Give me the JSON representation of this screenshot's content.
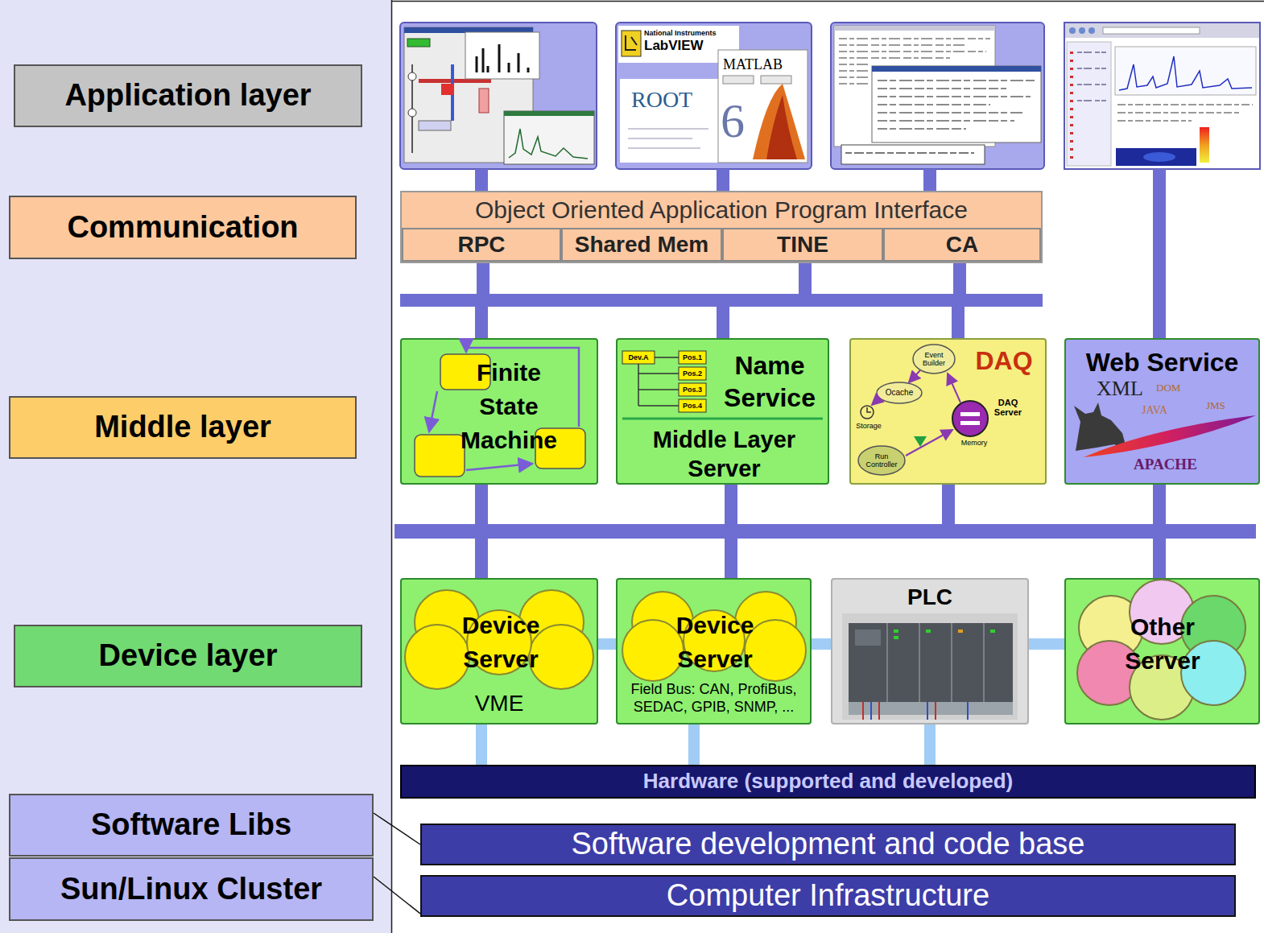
{
  "diagram": {
    "nodes": [
      {
        "text": [
          "Application layer"
        ]
      },
      {
        "text": [
          "Communication"
        ]
      },
      {
        "text": [
          "Middle layer"
        ]
      },
      {
        "text": [
          "Device layer"
        ]
      },
      {
        "text": [
          "Software Libs"
        ]
      },
      {
        "text": [
          "Sun/Linux Cluster"
        ]
      },
      {
        "text": [
          "Object Oriented Application Program Interface"
        ]
      },
      {
        "text": [
          "RPC"
        ],
        "in": 6
      },
      {
        "text": [
          "Shared Mem"
        ],
        "in": 6
      },
      {
        "text": [
          "TINE"
        ],
        "in": 6
      },
      {
        "text": [
          "CA"
        ],
        "in": 6
      },
      {
        "text": [
          "Finite State Machine"
        ]
      },
      {
        "text": [
          "Name Service",
          "Middle Layer Server"
        ]
      },
      {
        "text": [
          "DAQ"
        ]
      },
      {
        "text": [
          "Web Service"
        ]
      },
      {
        "text": [
          "Device Server",
          "VME"
        ]
      },
      {
        "text": [
          "Device Server",
          "Field Bus: CAN, ProfiBus, SEDAC, GPIB, SNMP, ..."
        ]
      },
      {
        "text": [
          "PLC"
        ]
      },
      {
        "text": [
          "Other Server"
        ]
      },
      {
        "text": [
          "Hardware (supported and developed)"
        ]
      },
      {
        "text": [
          "Software development and code base"
        ]
      },
      {
        "text": [
          "Computer Infrastructure"
        ]
      }
    ],
    "edges": [
      {
        "from": 4,
        "to": 20,
        "arrow": "none"
      },
      {
        "from": 5,
        "to": 21,
        "arrow": "none"
      },
      {
        "from": 7,
        "to": 11,
        "arrow": "none"
      },
      {
        "from": 7,
        "to": 12,
        "arrow": "none"
      },
      {
        "from": 7,
        "to": 13,
        "arrow": "none"
      },
      {
        "from": 9,
        "to": 11,
        "arrow": "none"
      },
      {
        "from": 9,
        "to": 12,
        "arrow": "none"
      },
      {
        "from": 9,
        "to": 13,
        "arrow": "none"
      },
      {
        "from": 10,
        "to": 11,
        "arrow": "none"
      },
      {
        "from": 10,
        "to": 12,
        "arrow": "none"
      },
      {
        "from": 10,
        "to": 13,
        "arrow": "none"
      },
      {
        "from": 11,
        "to": 15,
        "arrow": "none"
      },
      {
        "from": 11,
        "to": 16,
        "arrow": "none"
      },
      {
        "from": 11,
        "to": 18,
        "arrow": "none"
      },
      {
        "from": 12,
        "to": 15,
        "arrow": "none"
      },
      {
        "from": 12,
        "to": 16,
        "arrow": "none"
      },
      {
        "from": 12,
        "to": 18,
        "arrow": "none"
      },
      {
        "from": 13,
        "to": 15,
        "arrow": "none"
      },
      {
        "from": 13,
        "to": 16,
        "arrow": "none"
      },
      {
        "from": 13,
        "to": 18,
        "arrow": "none"
      },
      {
        "from": 14,
        "to": 15,
        "arrow": "none"
      },
      {
        "from": 14,
        "to": 16,
        "arrow": "none"
      },
      {
        "from": 14,
        "to": 18,
        "arrow": "none"
      },
      {
        "from": 16,
        "to": 17,
        "arrow": "none"
      },
      {
        "from": 15,
        "to": 19,
        "arrow": "none"
      },
      {
        "from": 16,
        "to": 19,
        "arrow": "none"
      },
      {
        "from": 17,
        "to": 19,
        "arrow": "none"
      },
      {
        "from": 18,
        "to": 19,
        "arrow": "none"
      }
    ],
    "labels": [
      "National Instruments",
      "LabVIEW",
      "MATLAB",
      "ROOT",
      "6",
      "Dev.A",
      "Pos.1",
      "Pos.2",
      "Pos.3",
      "Pos.4",
      "Event Builder",
      "Ocache",
      "Storage",
      "Run Controller",
      "DAQ Server",
      "Memory",
      "XML",
      "DOM",
      "JAVA",
      "JMS",
      "APACHE"
    ]
  }
}
